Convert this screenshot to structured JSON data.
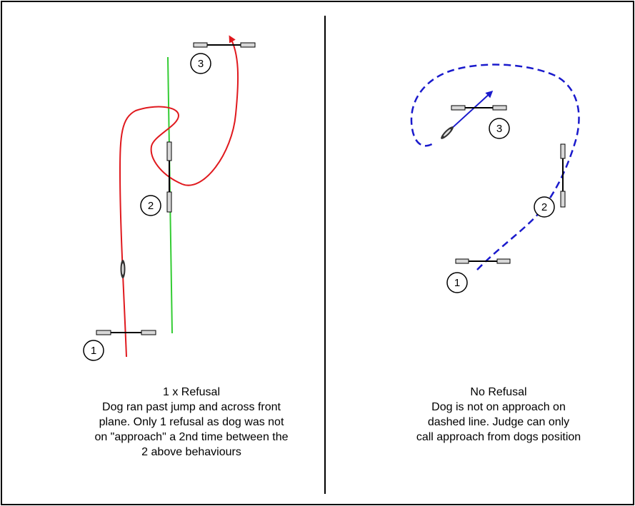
{
  "left_panel": {
    "jump_numbers": [
      "1",
      "2",
      "3"
    ],
    "caption": [
      "1 x Refusal",
      "Dog ran past jump and across front",
      "plane.  Only 1 refusal as dog was not",
      "on \"approach\" a 2nd time between the",
      "2 above behaviours"
    ]
  },
  "right_panel": {
    "jump_numbers": [
      "1",
      "2",
      "3"
    ],
    "caption": [
      "No Refusal",
      "Dog is not on approach on",
      "dashed line.  Judge can only",
      "call approach from dogs position"
    ]
  },
  "colors": {
    "left_path": "#e0191e",
    "approach_line": "#33cc33",
    "right_path": "#1a1acc",
    "jump_pole": "#000000",
    "jump_wing": "#d8d8d8"
  }
}
